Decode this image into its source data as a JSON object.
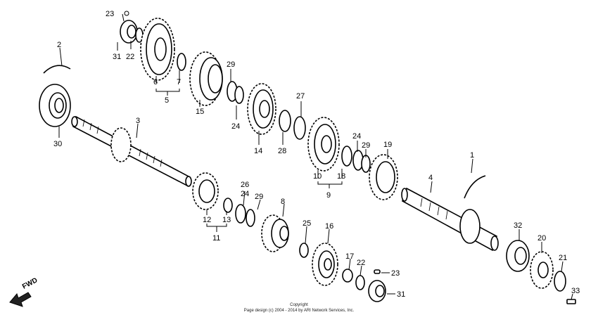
{
  "fwd_label": "FWD",
  "copyright": "Copyright",
  "page_notice": "Page design (c) 2004 - 2014 by ARI Network Services, Inc.",
  "callouts": {
    "n23a": "23",
    "n31a": "31",
    "n22a": "22",
    "n6": "6",
    "n7": "7",
    "n5": "5",
    "n15": "15",
    "n29a": "29",
    "n24a": "24",
    "n14": "14",
    "n28": "28",
    "n27": "27",
    "n2": "2",
    "n30": "30",
    "n3": "3",
    "n10": "10",
    "n18": "18",
    "n9": "9",
    "n24b": "24",
    "n29b": "29",
    "n19": "19",
    "n1": "1",
    "n4": "4",
    "n12": "12",
    "n13": "13",
    "n11": "11",
    "n26": "26",
    "n24c": "24",
    "n29c": "29",
    "n8": "8",
    "n25": "25",
    "n16": "16",
    "n17": "17",
    "n22b": "22",
    "n23b": "23",
    "n31b": "31",
    "n32": "32",
    "n20": "20",
    "n21": "21",
    "n33": "33"
  }
}
